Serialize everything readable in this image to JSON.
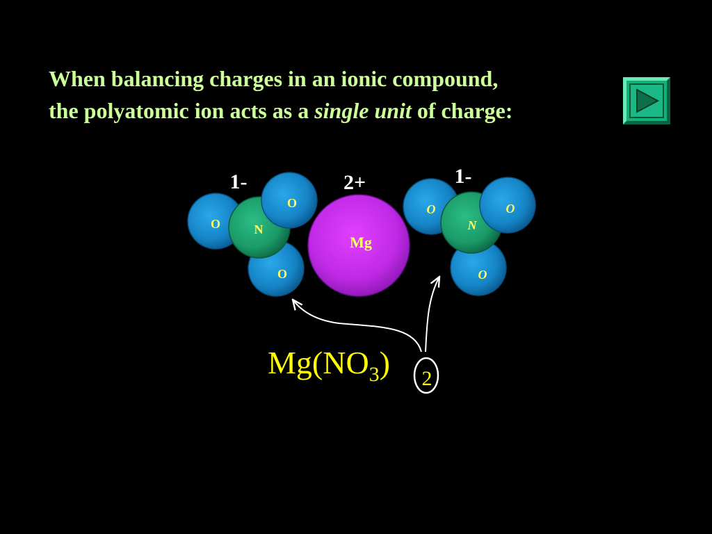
{
  "title": {
    "line1": "When balancing charges in an ionic compound,",
    "line2_before": "the polyatomic ion acts as a ",
    "line2_emphasis": "single unit",
    "line2_after": " of charge:"
  },
  "nav": {
    "next_icon": "play-triangle-icon"
  },
  "diagram": {
    "left_ion": {
      "charge": "1-",
      "central_atom": "N",
      "outer_atoms": [
        "O",
        "O",
        "O"
      ]
    },
    "cation": {
      "charge": "2+",
      "atom": "Mg"
    },
    "right_ion": {
      "charge": "1-",
      "central_atom": "N",
      "outer_atoms": [
        "O",
        "O",
        "O"
      ]
    },
    "formula": {
      "base": "Mg(NO",
      "subscript_inner": "3",
      "close": ")",
      "subscript_outer": "2"
    }
  },
  "colors": {
    "title_text": "#ccff99",
    "formula_text": "#ffff00",
    "oxygen": "#1a86c8",
    "nitrogen": "#1fa06e",
    "magnesium": "#c428e8",
    "atom_label": "#ffff66",
    "charge_text": "#ffffff"
  }
}
